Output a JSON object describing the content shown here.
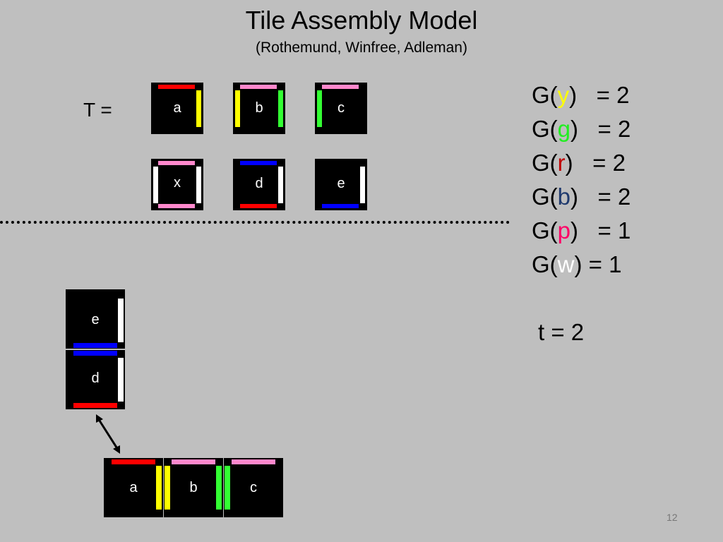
{
  "slide": {
    "title": "Tile Assembly Model",
    "subtitle": "(Rothemund, Winfree, Adleman)",
    "page_number": "12"
  },
  "tileset": {
    "label": "T =",
    "tiles": [
      "a",
      "b",
      "c",
      "x",
      "d",
      "e"
    ]
  },
  "glue_strengths": [
    {
      "prefix": "G(",
      "glue": "y",
      "suffix": ")   = 2",
      "color": "#ffff00"
    },
    {
      "prefix": "G(",
      "glue": "g",
      "suffix": ")   = 2",
      "color": "#22ee22"
    },
    {
      "prefix": "G(",
      "glue": "r",
      "suffix": ")   = 2",
      "color": "#c00000"
    },
    {
      "prefix": "G(",
      "glue": "b",
      "suffix": ")   = 2",
      "color": "#1f3a6e"
    },
    {
      "prefix": "G(",
      "glue": "p",
      "suffix": ")   = 1",
      "color": "#ff0066"
    },
    {
      "prefix": "G(",
      "glue": "w",
      "suffix": ") = 1",
      "color": "#ffffff"
    }
  ],
  "temperature": "t = 2",
  "assembly": {
    "column_tiles": [
      "e",
      "d"
    ],
    "row_tiles": [
      "a",
      "b",
      "c"
    ]
  },
  "colors": {
    "red": "#ff0000",
    "yellow": "#ffff00",
    "green": "#33ff33",
    "pink": "#ff88cc",
    "white": "#ffffff",
    "blue": "#0000ff",
    "tile": "#000000",
    "background": "#bfbfbf"
  }
}
